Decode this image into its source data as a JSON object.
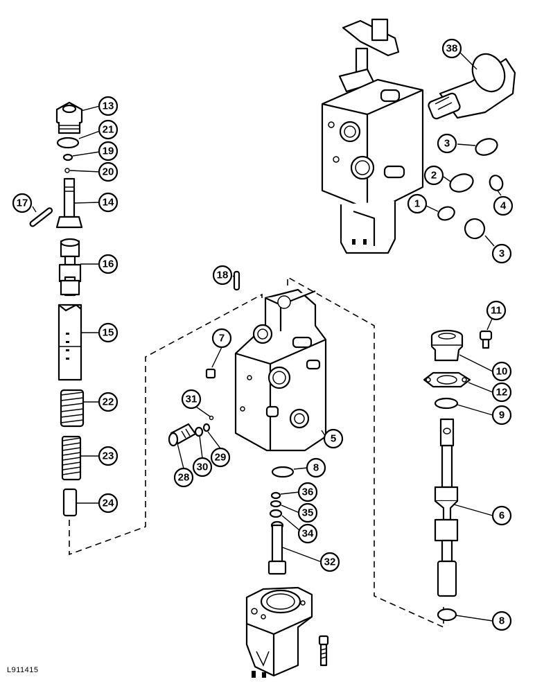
{
  "figure": {
    "reference_code": "L911415"
  },
  "callouts": [
    "1",
    "2",
    "3",
    "3",
    "4",
    "5",
    "6",
    "7",
    "8",
    "8",
    "9",
    "10",
    "11",
    "12",
    "13",
    "14",
    "15",
    "16",
    "17",
    "18",
    "19",
    "20",
    "21",
    "22",
    "23",
    "24",
    "28",
    "29",
    "30",
    "31",
    "32",
    "34",
    "35",
    "36",
    "38"
  ]
}
